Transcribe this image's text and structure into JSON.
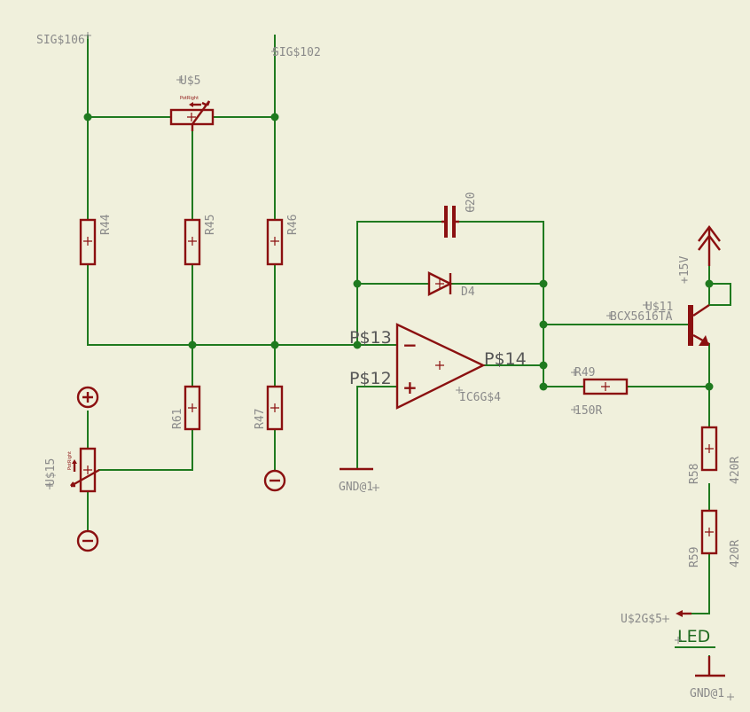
{
  "nets": {
    "sig106": "SIG$106",
    "sig102": "SIG$102",
    "gnd_top": "GND@1",
    "gnd_bottom": "GND@1",
    "supply": "+15V",
    "led": "LED"
  },
  "potentiometers": {
    "u5": {
      "name": "U$5",
      "tag": "PotRight"
    },
    "u15": {
      "name": "U$15",
      "tag": "PotRight"
    }
  },
  "resistors": {
    "r44": "R44",
    "r45": "R45",
    "r46": "R46",
    "r61": "R61",
    "r47": "R47",
    "r49": "R49",
    "r49_value": "150R",
    "r58": "R58",
    "r58_value": "420R",
    "r59": "R59",
    "r59_value": "420R"
  },
  "capacitor": {
    "c20": "C20"
  },
  "diode": {
    "d4": "D4"
  },
  "opamp": {
    "name": "IC6G$4",
    "inv_pin": "P$13",
    "noninv_pin": "P$12",
    "out_pin": "P$14",
    "minus": "−",
    "plus": "+"
  },
  "transistor": {
    "name": "U$11",
    "part": "BCX5616TA"
  },
  "connector": {
    "name": "U$2G$5"
  },
  "battery_symbols": {
    "plus": "+",
    "minus": "−"
  }
}
